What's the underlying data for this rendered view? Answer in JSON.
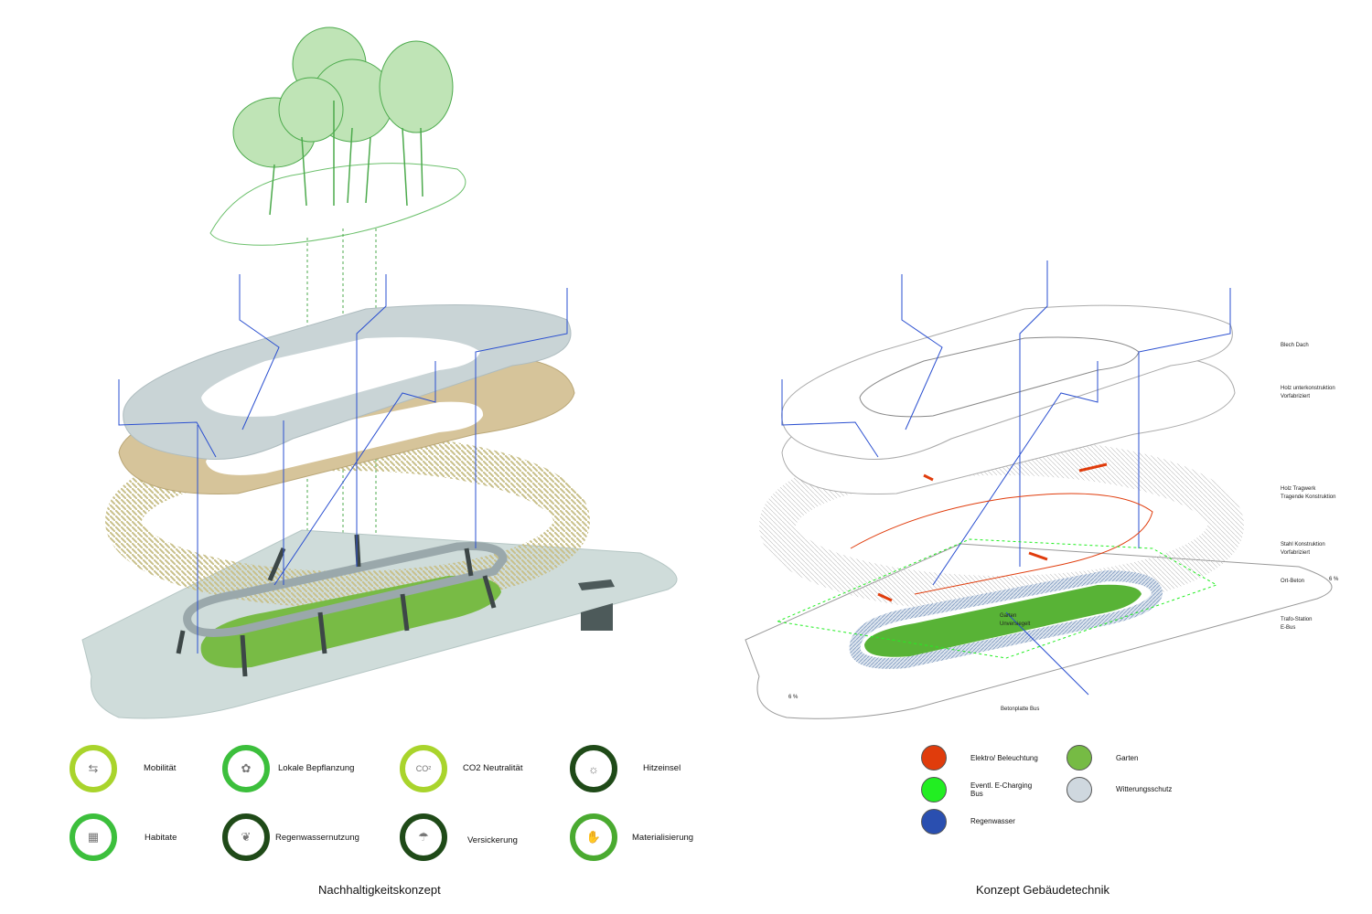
{
  "left": {
    "title": "Nachhaltigkeitskonzept",
    "legend": [
      {
        "label": "Mobilität",
        "ring_color": "#a9d42c"
      },
      {
        "label": "Lokale Bepflanzung",
        "ring_color": "#3cbf3c"
      },
      {
        "label": "CO2 Neutralität",
        "ring_color": "#a9d42c"
      },
      {
        "label": "Hitzeinsel",
        "ring_color": "#1f4a18"
      },
      {
        "label": "Habitate",
        "ring_color": "#3cbf3c"
      },
      {
        "label": "Regenwassernutzung",
        "ring_color": "#1f4a18"
      },
      {
        "label": "Versickerung",
        "ring_color": "#1f4a18"
      },
      {
        "label": "Materialisierung",
        "ring_color": "#4aaa30"
      }
    ],
    "co2_icon_text": "CO²"
  },
  "right": {
    "title": "Konzept Gebäudetechnik",
    "layer_labels": {
      "roof": "Blech Dach",
      "sub": "Holz unterkonstruktion\nVorfabriziert",
      "timber": "Holz Tragwerk\nTragende Konstruktion",
      "steel": "Stahl Konstruktion\nVorfabriziert",
      "concrete": "Ort-Beton",
      "trafo": "Trafo-Station\nE-Bus"
    },
    "annotations": {
      "garden": "Garten\nUnversiegelt",
      "slab": "Betonplatte Bus",
      "slope_left": "6 %",
      "slope_right": "6 %"
    },
    "legend": [
      {
        "label": "Elektro/ Beleuchtung",
        "color": "#e03c0c"
      },
      {
        "label": "Eventl. E-Charging\nBus",
        "color": "#22ee22"
      },
      {
        "label": "Regenwasser",
        "color": "#2a4fb0"
      },
      {
        "label": "Garten",
        "color": "#76bb44"
      },
      {
        "label": "Witterungsschutz",
        "color": "#cfd8df"
      }
    ]
  }
}
